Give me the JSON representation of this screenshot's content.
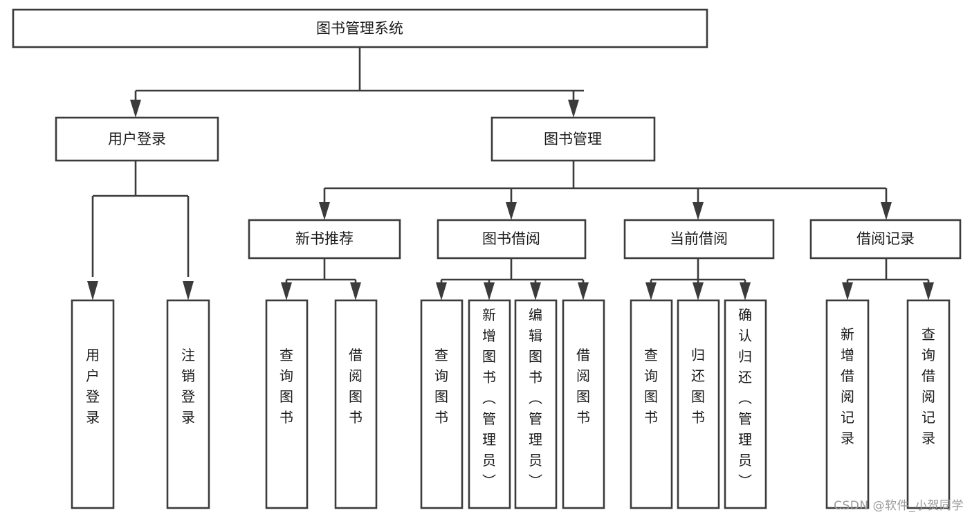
{
  "diagram": {
    "type": "tree-hierarchy",
    "title": "图书管理系统",
    "watermark": "CSDN @软件_小贺同学",
    "colors": {
      "stroke": "#3b3b3b",
      "box_fill": "#ffffff",
      "text": "#1a1a1a",
      "watermark": "#9a9a9a",
      "background": "#ffffff"
    },
    "root": {
      "label": "图书管理系统"
    },
    "level1": [
      {
        "id": "user-login",
        "label": "用户登录"
      },
      {
        "id": "book-manage",
        "label": "图书管理"
      }
    ],
    "level2": [
      {
        "id": "new-book-recommend",
        "label": "新书推荐",
        "parent": "book-manage"
      },
      {
        "id": "book-borrow",
        "label": "图书借阅",
        "parent": "book-manage"
      },
      {
        "id": "current-borrow",
        "label": "当前借阅",
        "parent": "book-manage"
      },
      {
        "id": "borrow-record",
        "label": "借阅记录",
        "parent": "book-manage"
      }
    ],
    "leaves": {
      "user-login": [
        {
          "id": "leaf-user-login",
          "label": "用户登录"
        },
        {
          "id": "leaf-user-logout",
          "label": "注销登录"
        }
      ],
      "new-book-recommend": [
        {
          "id": "leaf-query-book-1",
          "label": "查询图书"
        },
        {
          "id": "leaf-borrow-book-1",
          "label": "借阅图书"
        }
      ],
      "book-borrow": [
        {
          "id": "leaf-query-book-2",
          "label": "查询图书"
        },
        {
          "id": "leaf-add-book",
          "label": "新增图书（管理员）"
        },
        {
          "id": "leaf-edit-book",
          "label": "编辑图书（管理员）"
        },
        {
          "id": "leaf-borrow-book-2",
          "label": "借阅图书"
        }
      ],
      "current-borrow": [
        {
          "id": "leaf-query-book-3",
          "label": "查询图书"
        },
        {
          "id": "leaf-return-book",
          "label": "归还图书"
        },
        {
          "id": "leaf-confirm-return",
          "label": "确认归还（管理员）"
        }
      ],
      "borrow-record": [
        {
          "id": "leaf-add-record",
          "label": "新增借阅记录"
        },
        {
          "id": "leaf-query-record",
          "label": "查询借阅记录"
        }
      ]
    }
  }
}
